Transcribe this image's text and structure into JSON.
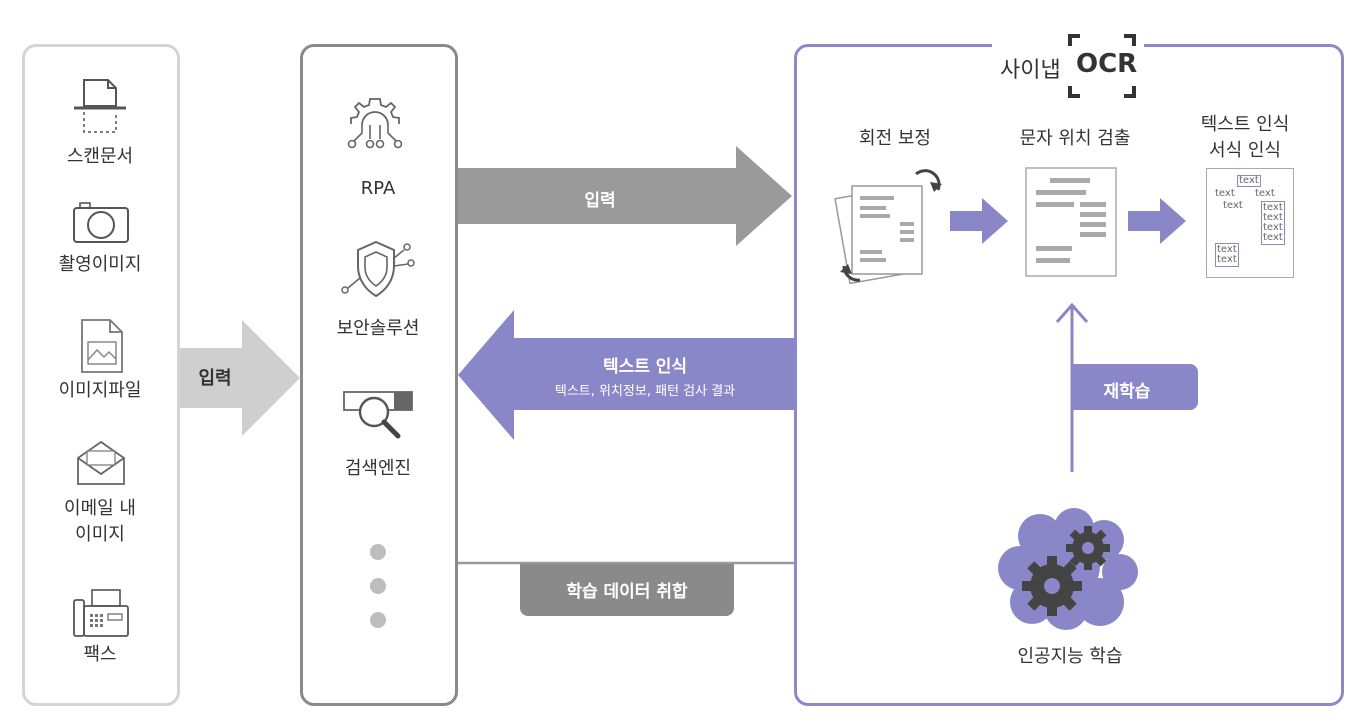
{
  "sources": {
    "items": [
      {
        "label": "스캔문서",
        "icon": "scanner-icon"
      },
      {
        "label": "촬영이미지",
        "icon": "camera-icon"
      },
      {
        "label": "이미지파일",
        "icon": "image-file-icon"
      },
      {
        "label": "이메일 내\n이미지",
        "icon": "email-icon"
      },
      {
        "label": "팩스",
        "icon": "fax-icon"
      }
    ],
    "arrow_label": "입력"
  },
  "systems": {
    "items": [
      {
        "label": "RPA",
        "icon": "rpa-gear-icon"
      },
      {
        "label": "보안솔루션",
        "icon": "security-shield-icon"
      },
      {
        "label": "검색엔진",
        "icon": "search-engine-icon"
      }
    ],
    "more_dots": 3
  },
  "flows": {
    "input_label": "입력",
    "return_title": "텍스트 인식",
    "return_sub": "텍스트, 위치정보, 패턴 검사 결과",
    "learning_data_label": "학습 데이터 취합"
  },
  "ocr": {
    "brand_prefix": "사이냅",
    "brand_ocr": "OCR",
    "steps": [
      {
        "label": "회전 보정"
      },
      {
        "label": "문자 위치 검출"
      },
      {
        "label": "텍스트 인식\n서식 인식"
      }
    ],
    "text_samples": [
      "text",
      "text",
      "text",
      "text",
      "text",
      "text",
      "text",
      "text",
      "text",
      "text"
    ],
    "retrain_label": "재학습",
    "ai_label": "인공지능 학습"
  },
  "colors": {
    "grey_arrow": "#9a9a9a",
    "light_grey_arrow": "#cfcfcf",
    "purple": "#8a87c9",
    "purple_border": "#8c89c8",
    "dark_grey_badge": "#8a8a8a"
  }
}
